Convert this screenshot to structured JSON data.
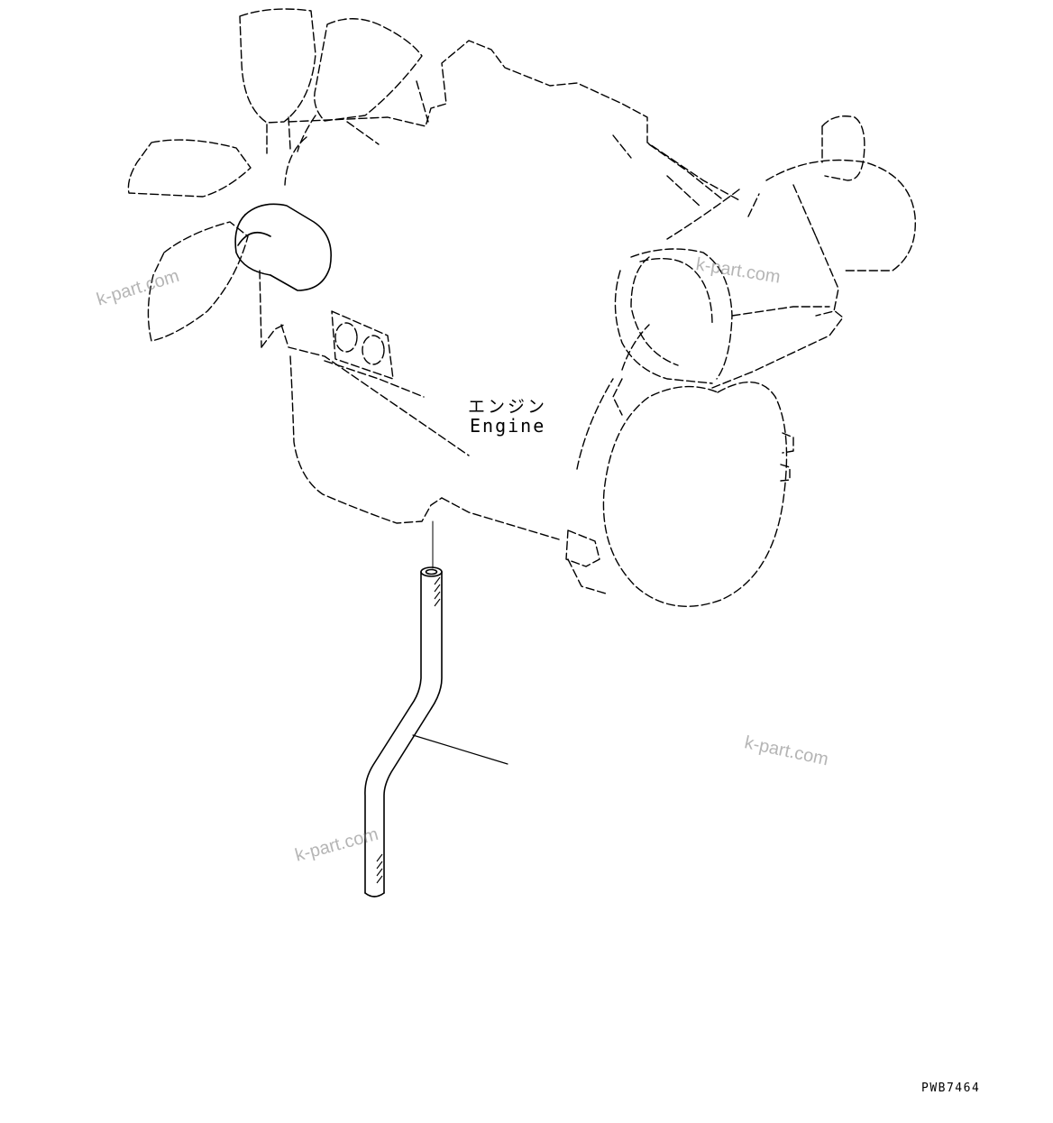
{
  "labels": {
    "engine_jp": "エンジン",
    "engine_en": "Engine",
    "drawing_code": "PWB7464"
  },
  "watermarks": [
    "k-part.com",
    "k-part.com",
    "k-part.com",
    "k-part.com"
  ]
}
